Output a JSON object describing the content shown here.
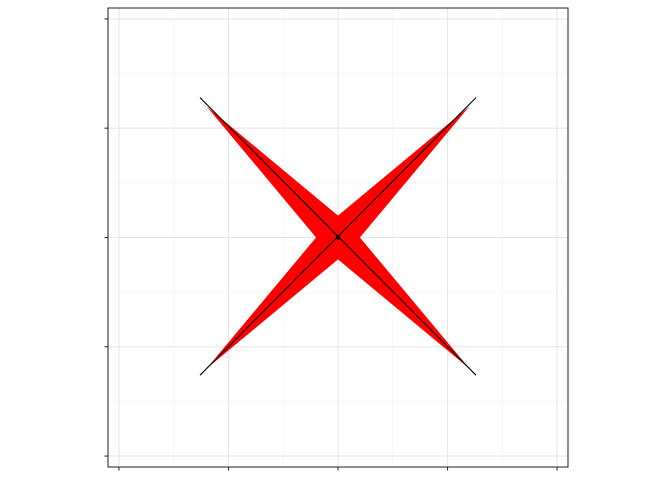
{
  "chart_data": {
    "type": "polygon",
    "title": "",
    "xlabel": "",
    "ylabel": "",
    "xlim": [
      -1.05,
      1.05
    ],
    "ylim": [
      -1.05,
      1.05
    ],
    "x_breaks": [
      -1,
      -0.5,
      0,
      0.5,
      1
    ],
    "y_breaks": [
      -1,
      -0.5,
      0,
      0.5,
      1
    ],
    "x_minor_breaks": [
      -0.75,
      -0.25,
      0.25,
      0.75
    ],
    "y_minor_breaks": [
      -0.75,
      -0.25,
      0.25,
      0.75
    ],
    "tick_labels_visible": false,
    "grid": true,
    "legend": "none",
    "fill_color": "#ff0000",
    "line_color": "#000000",
    "shape": {
      "polygon": [
        [
          0,
          0.1
        ],
        [
          0.6,
          0.6
        ],
        [
          0.1,
          0
        ],
        [
          0.6,
          -0.6
        ],
        [
          0,
          -0.1
        ],
        [
          -0.6,
          -0.6
        ],
        [
          -0.1,
          0
        ],
        [
          -0.6,
          0.6
        ]
      ],
      "lines": [
        [
          [
            -0.63,
            0.64
          ],
          [
            0.63,
            -0.63
          ]
        ],
        [
          [
            -0.63,
            -0.63
          ],
          [
            0.63,
            0.64
          ]
        ]
      ],
      "center_point": [
        0,
        0
      ]
    }
  }
}
